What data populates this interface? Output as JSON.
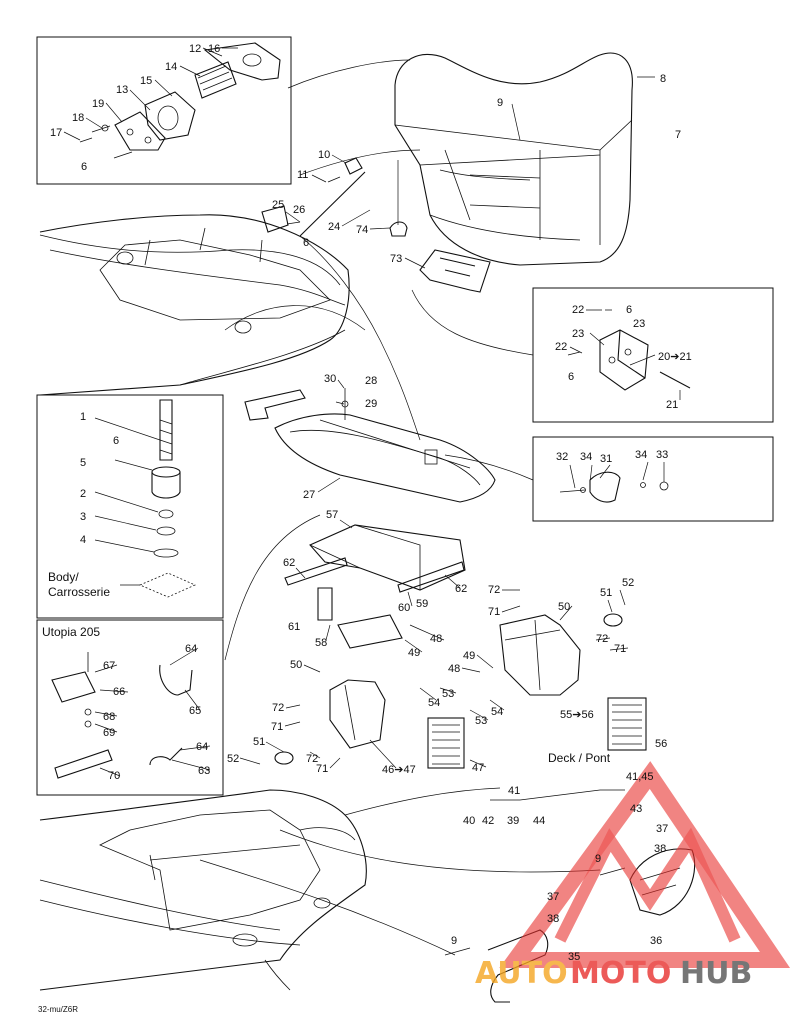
{
  "diagram_code": "32-mu/Z6R",
  "captions": {
    "body": [
      "Body/",
      "Carrosserie"
    ],
    "model": "Utopia 205",
    "deck": "Deck / Pont"
  },
  "watermark": {
    "part1": "AUTO",
    "part2": "MOTO",
    "part3": "HUB",
    "color_orange": "#f5a623",
    "color_red": "#e8322f",
    "color_gray": "#555555"
  },
  "labels": [
    {
      "id": "p12",
      "text": "12"
    },
    {
      "id": "p16",
      "text": "16"
    },
    {
      "id": "p14",
      "text": "14"
    },
    {
      "id": "p15",
      "text": "15"
    },
    {
      "id": "p13",
      "text": "13"
    },
    {
      "id": "p19",
      "text": "19"
    },
    {
      "id": "p18",
      "text": "18"
    },
    {
      "id": "p17",
      "text": "17"
    },
    {
      "id": "p6a",
      "text": "6"
    },
    {
      "id": "p10",
      "text": "10"
    },
    {
      "id": "p11",
      "text": "11"
    },
    {
      "id": "p25",
      "text": "25"
    },
    {
      "id": "p26",
      "text": "26"
    },
    {
      "id": "p6b",
      "text": "6"
    },
    {
      "id": "p24",
      "text": "24"
    },
    {
      "id": "p74",
      "text": "74"
    },
    {
      "id": "p9a",
      "text": "9"
    },
    {
      "id": "p8",
      "text": "8"
    },
    {
      "id": "p7",
      "text": "7"
    },
    {
      "id": "p73",
      "text": "73"
    },
    {
      "id": "p22a",
      "text": "22"
    },
    {
      "id": "p6c",
      "text": "6"
    },
    {
      "id": "p23a",
      "text": "23"
    },
    {
      "id": "p23b",
      "text": "23"
    },
    {
      "id": "p22b",
      "text": "22"
    },
    {
      "id": "p6d",
      "text": "6"
    },
    {
      "id": "p2021",
      "text": "20➔21"
    },
    {
      "id": "p21",
      "text": "21"
    },
    {
      "id": "p30",
      "text": "30"
    },
    {
      "id": "p28",
      "text": "28"
    },
    {
      "id": "p29",
      "text": "29"
    },
    {
      "id": "p27",
      "text": "27"
    },
    {
      "id": "p1",
      "text": "1"
    },
    {
      "id": "p6e",
      "text": "6"
    },
    {
      "id": "p5",
      "text": "5"
    },
    {
      "id": "p2",
      "text": "2"
    },
    {
      "id": "p3",
      "text": "3"
    },
    {
      "id": "p4",
      "text": "4"
    },
    {
      "id": "p32",
      "text": "32"
    },
    {
      "id": "p34a",
      "text": "34"
    },
    {
      "id": "p31",
      "text": "31"
    },
    {
      "id": "p34b",
      "text": "34"
    },
    {
      "id": "p33",
      "text": "33"
    },
    {
      "id": "p57",
      "text": "57"
    },
    {
      "id": "p62a",
      "text": "62"
    },
    {
      "id": "p62b",
      "text": "62"
    },
    {
      "id": "p60",
      "text": "60"
    },
    {
      "id": "p59",
      "text": "59"
    },
    {
      "id": "p61",
      "text": "61"
    },
    {
      "id": "p58",
      "text": "58"
    },
    {
      "id": "p48a",
      "text": "48"
    },
    {
      "id": "p49a",
      "text": "49"
    },
    {
      "id": "p50a",
      "text": "50"
    },
    {
      "id": "p72a",
      "text": "72"
    },
    {
      "id": "p71a",
      "text": "71"
    },
    {
      "id": "p52a",
      "text": "52"
    },
    {
      "id": "p51a",
      "text": "51"
    },
    {
      "id": "p50b",
      "text": "50"
    },
    {
      "id": "p72b",
      "text": "72"
    },
    {
      "id": "p71b",
      "text": "71"
    },
    {
      "id": "p49b",
      "text": "49"
    },
    {
      "id": "p48b",
      "text": "48"
    },
    {
      "id": "p53a",
      "text": "53"
    },
    {
      "id": "p54a",
      "text": "54"
    },
    {
      "id": "p53b",
      "text": "53"
    },
    {
      "id": "p54b",
      "text": "54"
    },
    {
      "id": "p5556",
      "text": "55➔56"
    },
    {
      "id": "p56",
      "text": "56"
    },
    {
      "id": "p72c",
      "text": "72"
    },
    {
      "id": "p71c",
      "text": "71"
    },
    {
      "id": "p72d",
      "text": "72"
    },
    {
      "id": "p71d",
      "text": "71"
    },
    {
      "id": "p51b",
      "text": "51"
    },
    {
      "id": "p52b",
      "text": "52"
    },
    {
      "id": "p4647",
      "text": "46➔47"
    },
    {
      "id": "p47",
      "text": "47"
    },
    {
      "id": "p64a",
      "text": "64"
    },
    {
      "id": "p67",
      "text": "67"
    },
    {
      "id": "p66",
      "text": "66"
    },
    {
      "id": "p65",
      "text": "65"
    },
    {
      "id": "p68",
      "text": "68"
    },
    {
      "id": "p69",
      "text": "69"
    },
    {
      "id": "p64b",
      "text": "64"
    },
    {
      "id": "p63",
      "text": "63"
    },
    {
      "id": "p70",
      "text": "70"
    },
    {
      "id": "p4145",
      "text": "41,45"
    },
    {
      "id": "p41",
      "text": "41"
    },
    {
      "id": "p43",
      "text": "43"
    },
    {
      "id": "p40",
      "text": "40"
    },
    {
      "id": "p42",
      "text": "42"
    },
    {
      "id": "p39",
      "text": "39"
    },
    {
      "id": "p44",
      "text": "44"
    },
    {
      "id": "p37a",
      "text": "37"
    },
    {
      "id": "p38a",
      "text": "38"
    },
    {
      "id": "p9b",
      "text": "9"
    },
    {
      "id": "p37b",
      "text": "37"
    },
    {
      "id": "p38b",
      "text": "38"
    },
    {
      "id": "p36",
      "text": "36"
    },
    {
      "id": "p9c",
      "text": "9"
    },
    {
      "id": "p35",
      "text": "35"
    }
  ]
}
